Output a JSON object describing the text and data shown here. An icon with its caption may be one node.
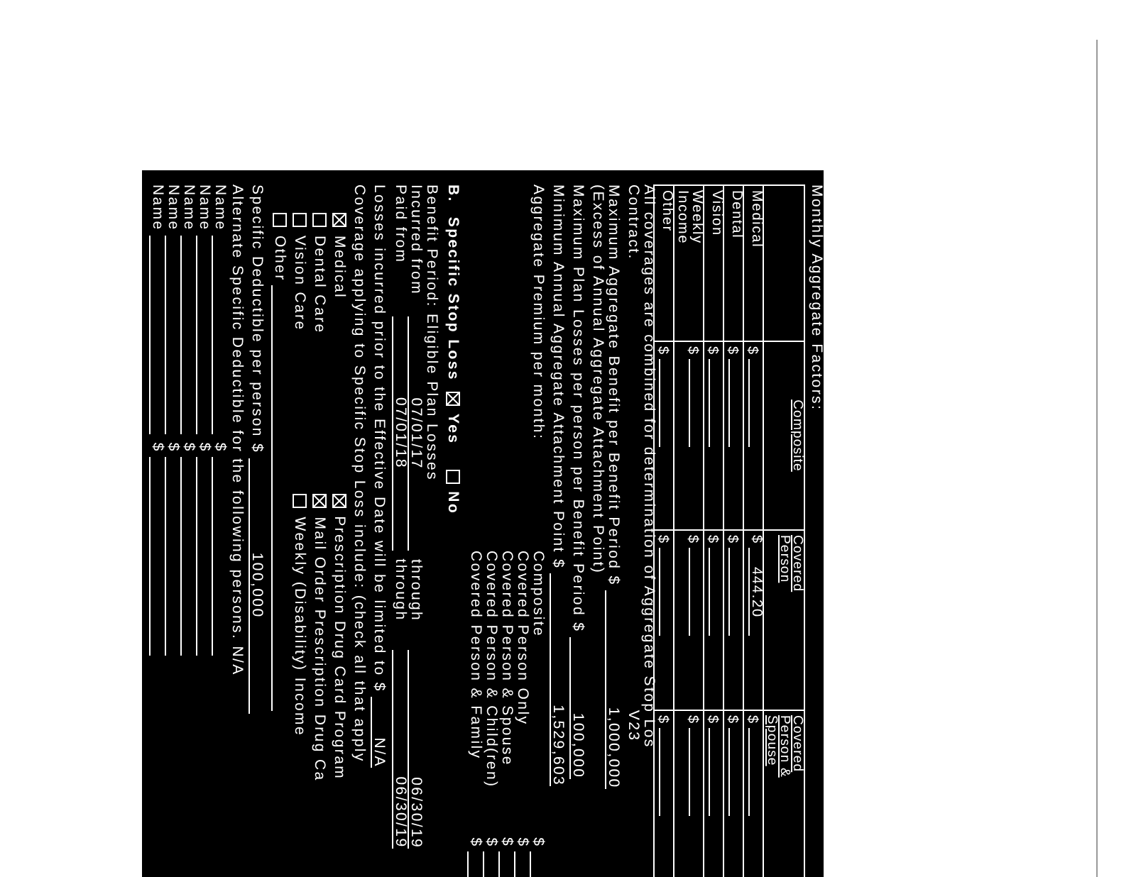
{
  "diagram": {
    "labels": [
      "Monthly Aggregate Factors:",
      "Composite",
      "Covered Person",
      "Covered Person & Spouse",
      "Medical",
      "$",
      "$",
      "444.20",
      "$",
      "Dental",
      "$",
      "$",
      "$",
      "Vision",
      "$",
      "$",
      "$",
      "Weekly Income",
      "$",
      "$",
      "$",
      "Other",
      "$",
      "$",
      "$",
      "All coverages are combined for determination of Aggregate Stop Los",
      "Contract.",
      "Maximum Aggregate Benefit per Benefit Period $",
      "1,000,000",
      "(Excess of Annual Aggregate Attachment Point)",
      "Maximum Plan Losses per person per Benefit Period $",
      "100,000",
      "Minimum Annual Aggregate Attachment Point $",
      "1,529,603",
      "Aggregate Premium per month:",
      "Composite",
      "$",
      "Covered Person Only",
      "$",
      "Covered Person & Spouse",
      "$",
      "Covered Person & Child(ren)",
      "$",
      "Covered Person & Family",
      "$",
      "B.",
      "Specific Stop Loss",
      "Yes",
      "No",
      "Benefit Period: Eligible Plan Losses",
      "Incurred from",
      "07/01/17",
      "through",
      "06/30/19",
      "Paid from",
      "07/01/18",
      "through",
      "06/30/19",
      "Losses incurred prior to the Effective Date will be limited to $",
      "N/A",
      "Coverage applying to Specific Stop Loss include: (check all that apply",
      "Medical",
      "Prescription Drug Card Program",
      "Dental Care",
      "Mail Order Prescription Drug Ca",
      "Vision Care",
      "Weekly (Disability) Income",
      "Other",
      "Specific Deductible per person $",
      "100,000",
      "Alternate Specific Deductible for the following persons. N/A",
      "Name",
      "$",
      "Name",
      "$",
      "Name",
      "$",
      "Name",
      "$",
      "Name",
      "$",
      "V23"
    ]
  }
}
